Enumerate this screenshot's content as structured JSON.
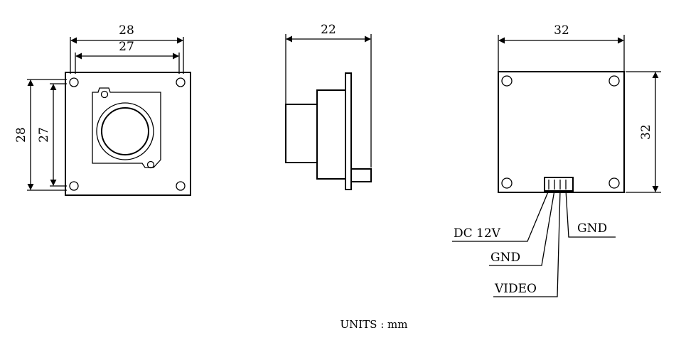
{
  "front_view": {
    "outer_width_label": "28",
    "hole_width_label": "27",
    "outer_height_label": "28",
    "hole_height_label": "27"
  },
  "side_view": {
    "depth_label": "22"
  },
  "back_view": {
    "width_label": "32",
    "height_label": "32",
    "pins": {
      "power": "DC 12V",
      "ground_1": "GND",
      "video": "VIDEO",
      "ground_2": "GND"
    }
  },
  "units_note": "UNITS : mm"
}
